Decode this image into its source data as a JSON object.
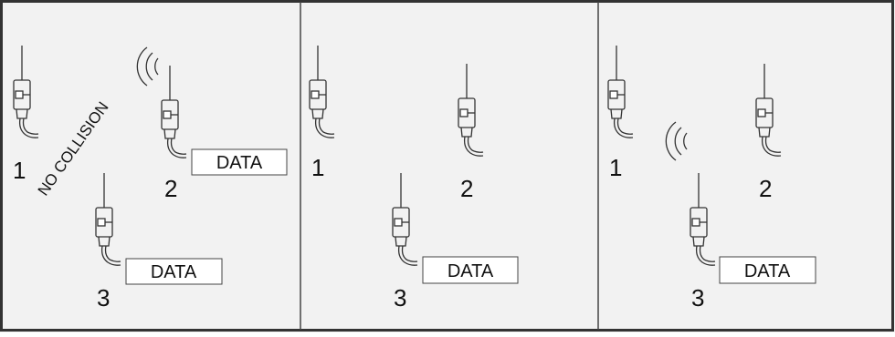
{
  "panels": [
    {
      "id": "panel-1",
      "nodes": [
        {
          "number": "1"
        },
        {
          "number": "2",
          "data_label": "DATA",
          "transmitting": true
        },
        {
          "number": "3",
          "data_label": "DATA"
        }
      ],
      "annotation": "NO COLLISION"
    },
    {
      "id": "panel-2",
      "nodes": [
        {
          "number": "1"
        },
        {
          "number": "2"
        },
        {
          "number": "3",
          "data_label": "DATA"
        }
      ]
    },
    {
      "id": "panel-3",
      "nodes": [
        {
          "number": "1"
        },
        {
          "number": "2"
        },
        {
          "number": "3",
          "data_label": "DATA",
          "transmitting": true
        }
      ]
    }
  ],
  "colors": {
    "stroke": "#333333",
    "panel_bg": "#f2f2f2",
    "box_fill": "#ffffff",
    "device_fill": "#f2f2f2"
  }
}
